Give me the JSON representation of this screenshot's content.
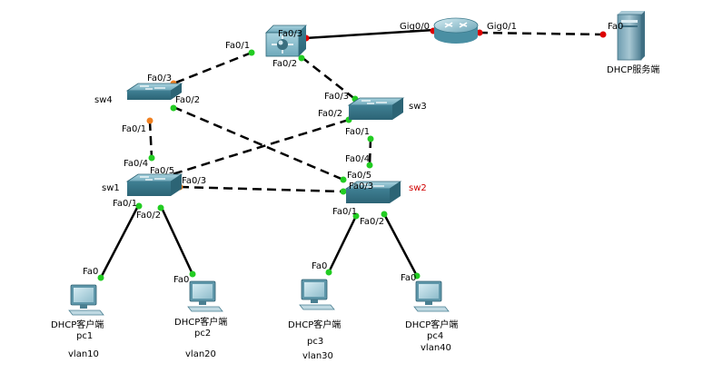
{
  "colors": {
    "link_up": "#22cc22",
    "link_blocked": "#f08020",
    "link_down": "#dd0000",
    "sw2_label": "#d00000",
    "device_teal": "#4a8fa3"
  },
  "devices": {
    "multilayer": {
      "icon": "multilayer-switch-icon"
    },
    "router": {
      "icon": "router-icon"
    },
    "server": {
      "icon": "server-icon",
      "name": "DHCP服务端"
    },
    "sw4": {
      "icon": "switch-icon",
      "name": "sw4"
    },
    "sw3": {
      "icon": "switch-icon",
      "name": "sw3"
    },
    "sw1": {
      "icon": "switch-icon",
      "name": "sw1"
    },
    "sw2": {
      "icon": "switch-icon",
      "name": "sw2"
    },
    "pc1": {
      "icon": "pc-icon",
      "type": "DHCP客户端",
      "name": "pc1",
      "vlan": "vlan10"
    },
    "pc2": {
      "icon": "pc-icon",
      "type": "DHCP客户端",
      "name": "pc2",
      "vlan": "vlan20"
    },
    "pc3": {
      "icon": "pc-icon",
      "type": "DHCP客户端",
      "name": "pc3",
      "vlan": "vlan30"
    },
    "pc4": {
      "icon": "pc-icon",
      "type": "DHCP客户端",
      "name": "pc4",
      "vlan": "vlan40"
    }
  },
  "ports": {
    "ml_fa03": "Fa0/3",
    "ml_fa01": "Fa0/1",
    "ml_fa02": "Fa0/2",
    "r_gig00": "Gig0/0",
    "r_gig01": "Gig0/1",
    "srv_fa0": "Fa0",
    "sw4_fa03": "Fa0/3",
    "sw4_fa02": "Fa0/2",
    "sw4_fa01": "Fa0/1",
    "sw3_fa03": "Fa0/3",
    "sw3_fa02": "Fa0/2",
    "sw3_fa01": "Fa0/1",
    "sw1_fa04": "Fa0/4",
    "sw1_fa05": "Fa0/5",
    "sw1_fa03": "Fa0/3",
    "sw1_fa01": "Fa0/1",
    "sw1_fa02": "Fa0/2",
    "sw2_fa04": "Fa0/4",
    "sw2_fa05": "Fa0/5",
    "sw2_fa03": "Fa0/3",
    "sw2_fa01": "Fa0/1",
    "sw2_fa02": "Fa0/2",
    "pc1_fa0": "Fa0",
    "pc2_fa0": "Fa0",
    "pc3_fa0": "Fa0",
    "pc4_fa0": "Fa0"
  }
}
